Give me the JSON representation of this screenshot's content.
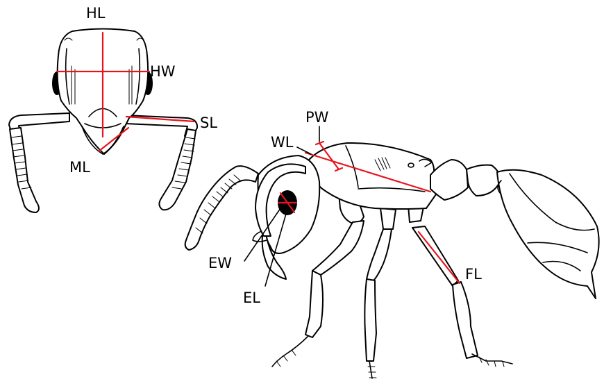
{
  "labels": {
    "hl": "HL",
    "hw": "HW",
    "sl": "SL",
    "ml": "ML",
    "pw": "PW",
    "wl": "WL",
    "ew": "EW",
    "el": "EL",
    "fl": "FL"
  },
  "colors": {
    "measurement": "#e8141c",
    "outline": "#000000",
    "fill": "#ffffff",
    "eye": "#000000"
  }
}
